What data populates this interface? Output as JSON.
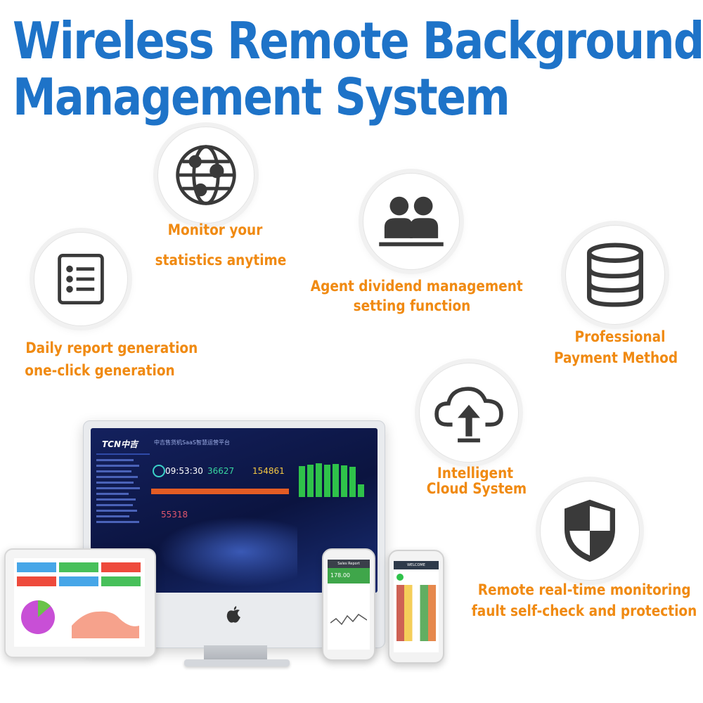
{
  "headline": {
    "line1": "Wireless Remote Background",
    "line2": "Management System"
  },
  "colors": {
    "headline": "#1e73c8",
    "label": "#f08a12",
    "icon": "#3a3a3a"
  },
  "features": {
    "monitor": {
      "icon": "globe-network-icon",
      "line1": "Monitor your",
      "line2": "statistics anytime"
    },
    "agent": {
      "icon": "users-icon",
      "line1": "Agent dividend management",
      "line2": "setting function"
    },
    "daily": {
      "icon": "list-document-icon",
      "line1": "Daily report generation",
      "line2": "one-click generation"
    },
    "payment": {
      "icon": "database-icon",
      "line1": "Professional",
      "line2": "Payment Method"
    },
    "cloud": {
      "icon": "cloud-upload-icon",
      "line1": "Intelligent",
      "line2": "Cloud System"
    },
    "security": {
      "icon": "shield-icon",
      "line1": "Remote real-time monitoring",
      "line2": "fault self-check and protection"
    }
  },
  "monitor_screen": {
    "brand": "TCN中吉",
    "title": "中吉售货机SaaS智慧运营平台",
    "time": "09:53:30",
    "stat1": "36627",
    "stat2": "154861",
    "stat3": "55318"
  },
  "phone1": {
    "title": "Sales Report",
    "amount": "178.00"
  },
  "phone2": {
    "title": "WELCOME"
  }
}
